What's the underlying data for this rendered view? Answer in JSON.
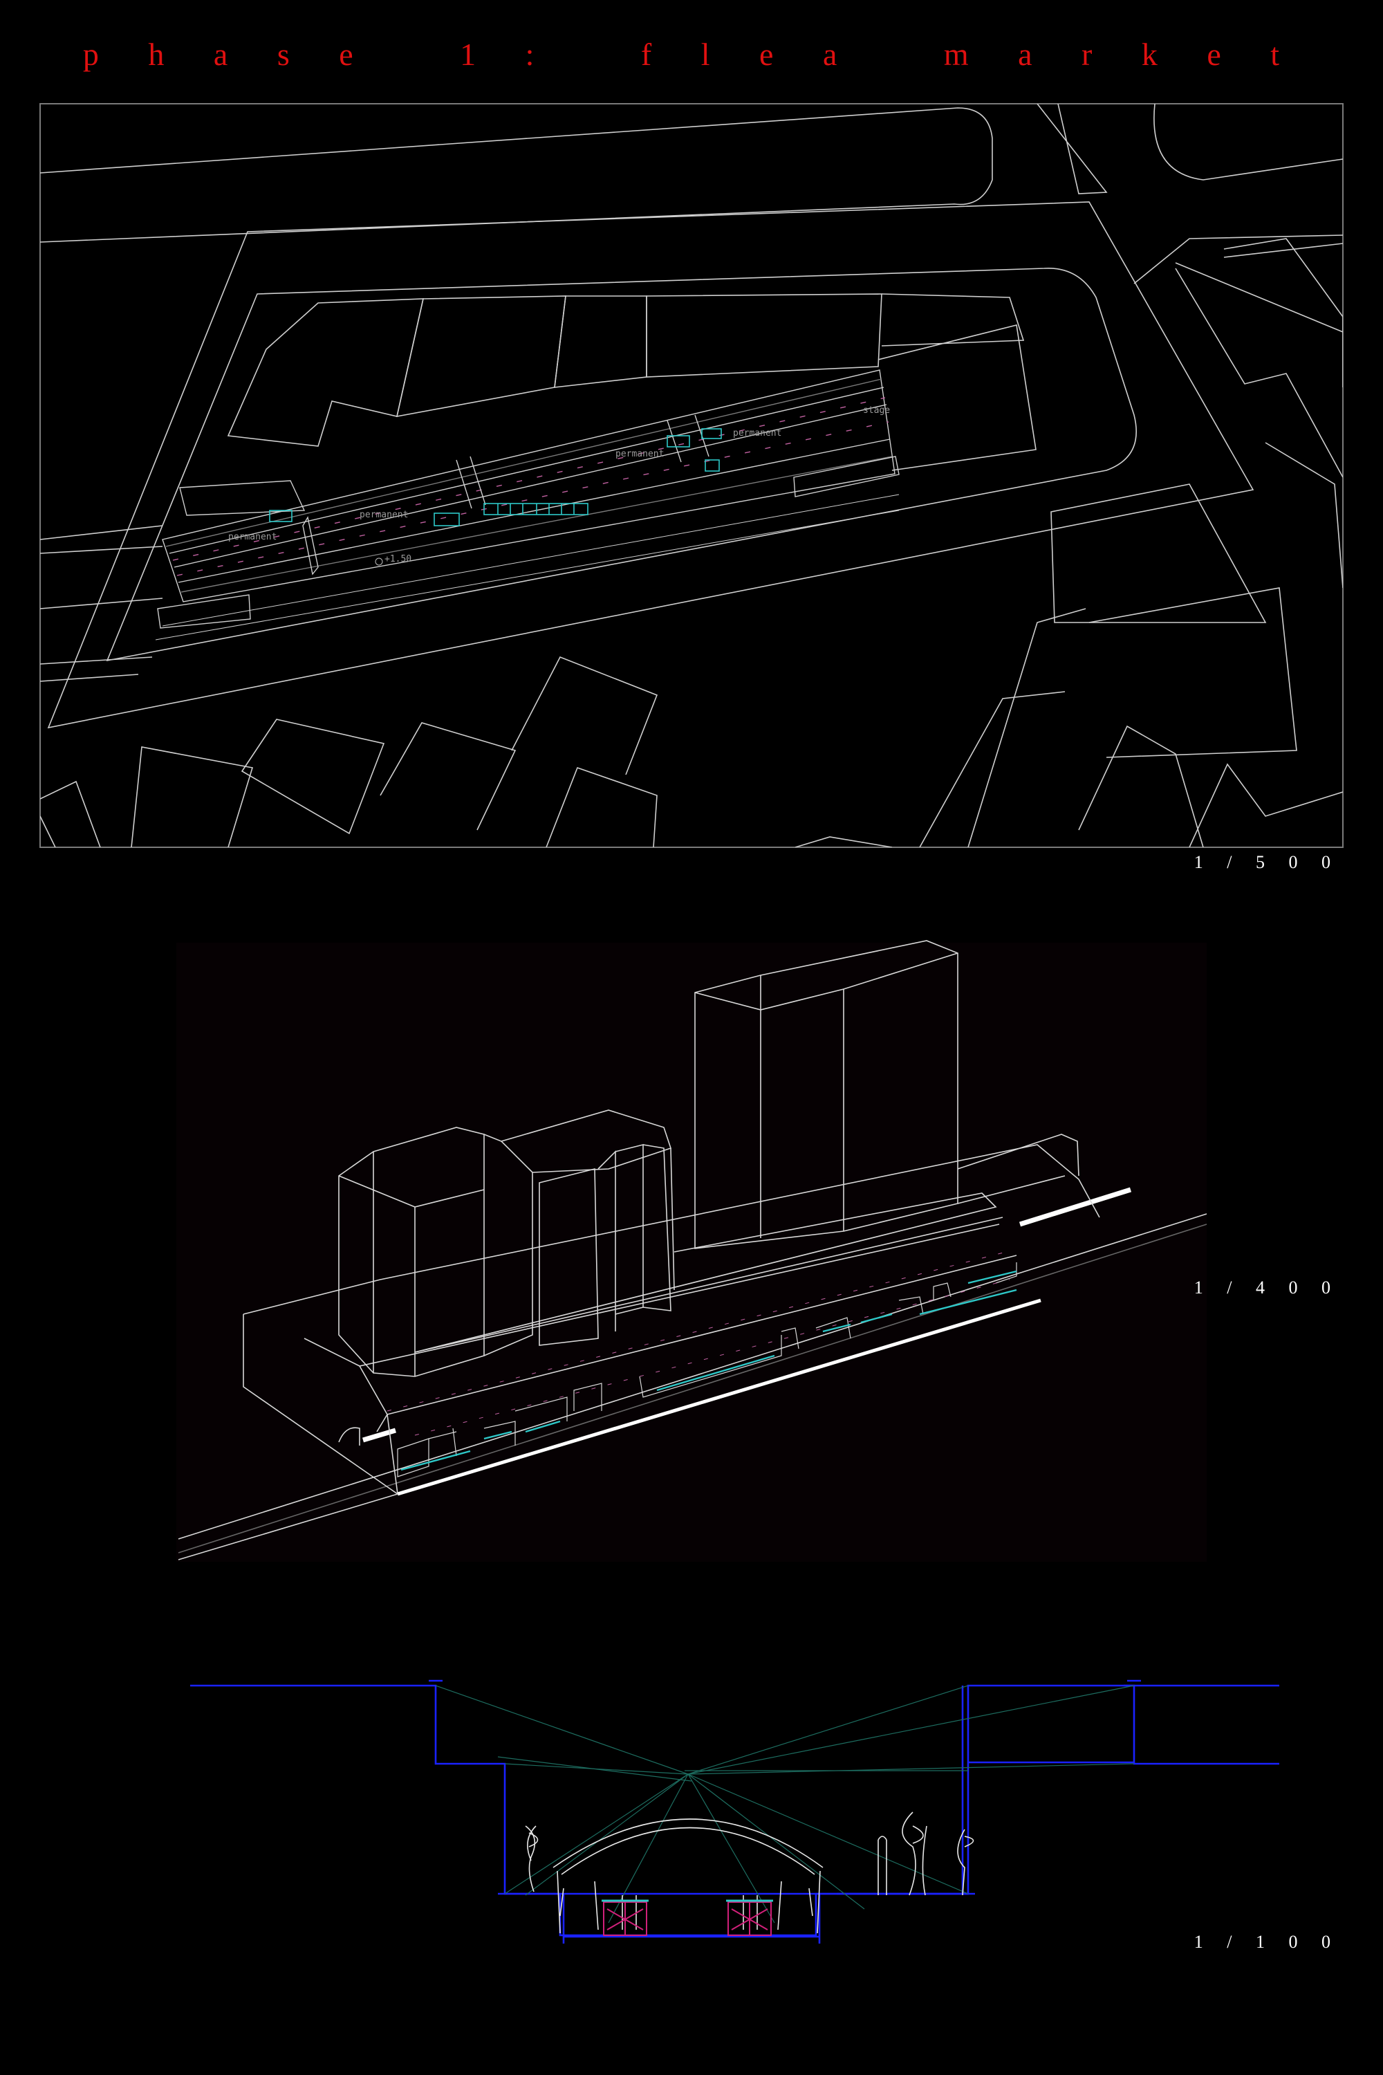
{
  "title": "p h a s e   1 :   f l e a   m a r k e t",
  "plan": {
    "scale": "1 / 5 0 0",
    "labels": {
      "permanent_a": "permanent",
      "permanent_b": "permanent",
      "permanent_c": "permanent",
      "permanent_d": "permanent",
      "stage": "stage",
      "level": "+1.50"
    }
  },
  "axonometric": {
    "scale": "1 / 4 0 0"
  },
  "section": {
    "scale": "1 / 1 0 0"
  },
  "colors": {
    "title": "#e01010",
    "lines": "#d8d8d8",
    "accent": "#2ec9c9",
    "section": "#1a22ff",
    "magenta": "#d1207a"
  }
}
